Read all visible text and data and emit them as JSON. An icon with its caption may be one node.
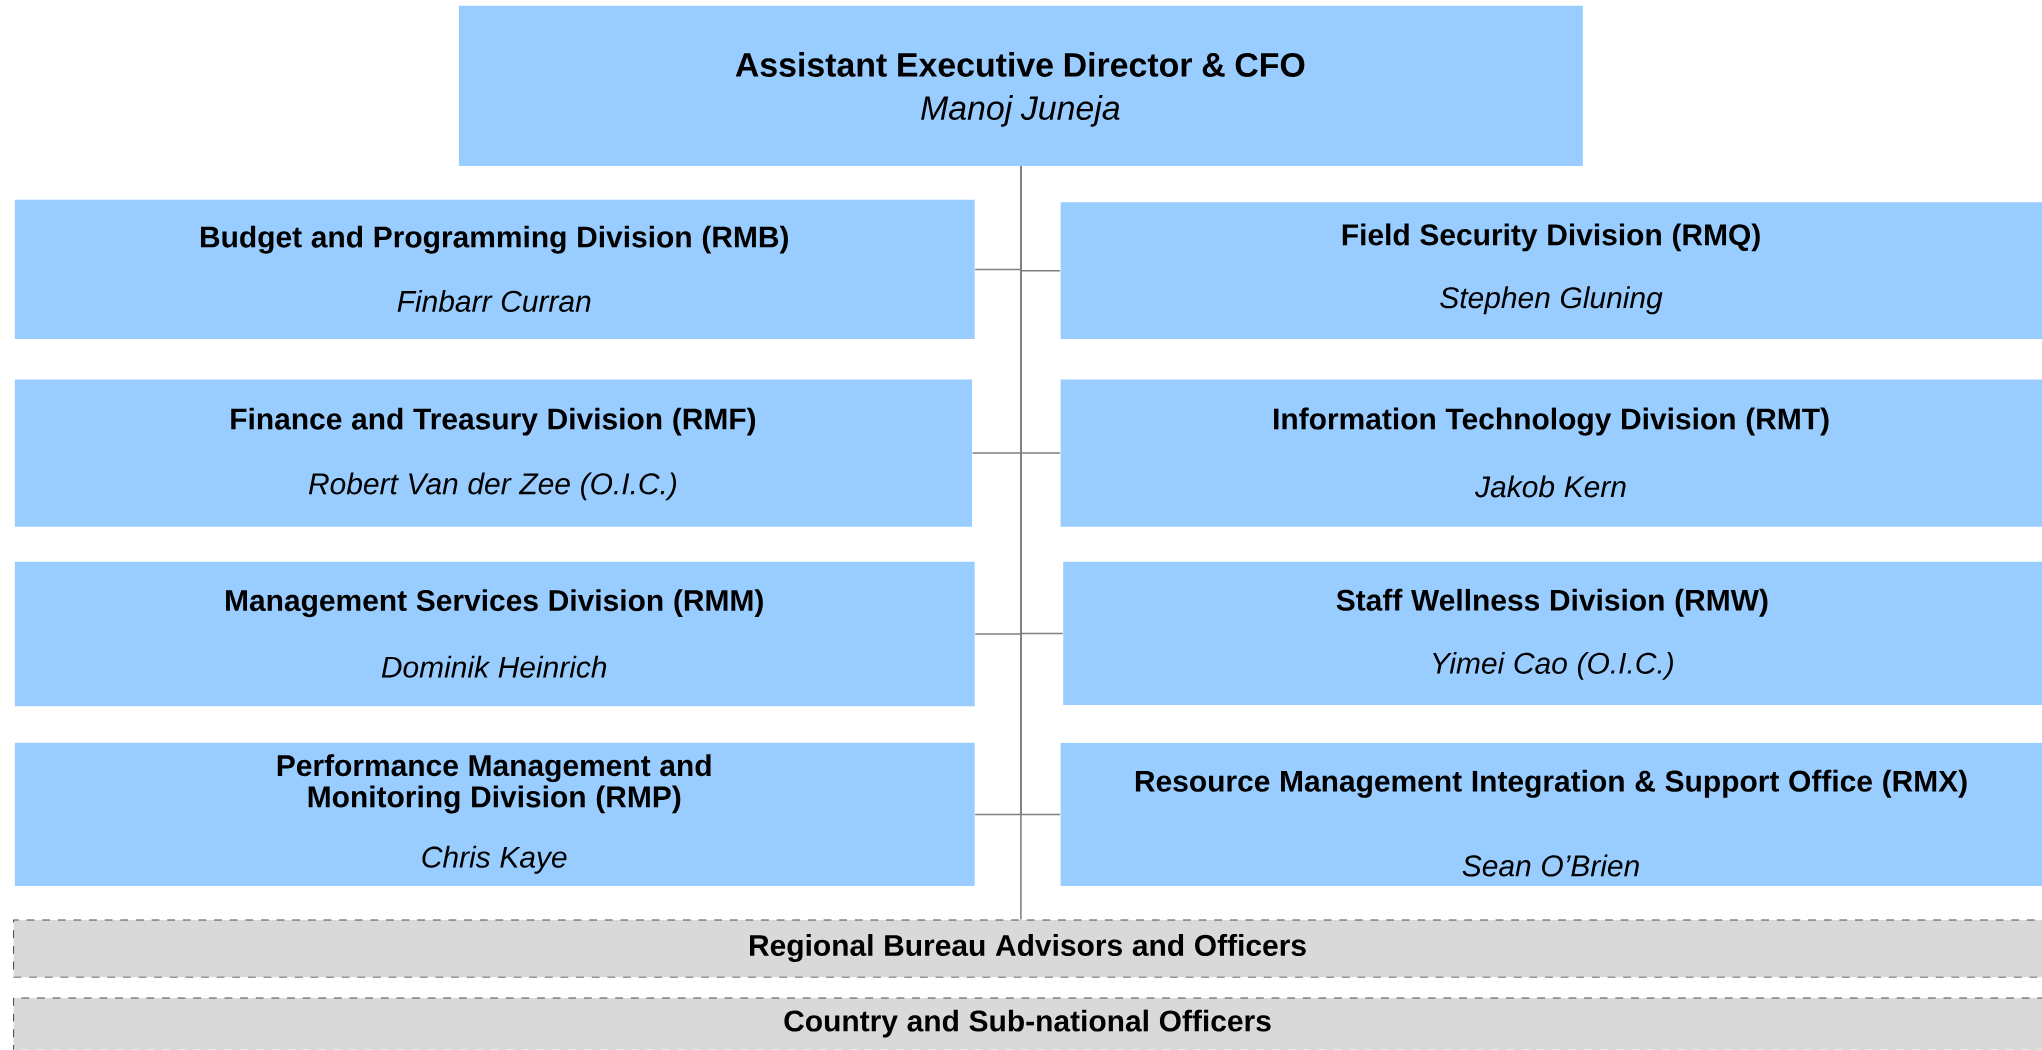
{
  "diagram": {
    "nodes": [
      {
        "text": [
          "Assistant Executive Director & CFO",
          "Manoj Juneja"
        ]
      },
      {
        "text": [
          "Budget and Programming Division (RMB)",
          "Finbarr Curran"
        ]
      },
      {
        "text": [
          "Field Security Division (RMQ)",
          "Stephen Gluning"
        ]
      },
      {
        "text": [
          "Finance and Treasury Division (RMF)",
          "Robert Van der Zee (O.I.C.)"
        ]
      },
      {
        "text": [
          "Information Technology Division (RMT)",
          "Jakob Kern"
        ]
      },
      {
        "text": [
          "Management Services Division (RMM)",
          "Dominik Heinrich"
        ]
      },
      {
        "text": [
          "Staff Wellness Division (RMW)",
          "Yimei Cao (O.I.C.)"
        ]
      },
      {
        "text": [
          "Performance Management and Monitoring Division (RMP)",
          "Chris Kaye"
        ]
      },
      {
        "text": [
          "Resource Management Integration & Support Office (RMX)",
          "Sean O’Brien"
        ]
      },
      {
        "text": [
          "Regional Bureau Advisors and Officers"
        ]
      },
      {
        "text": [
          "Country and Sub-national Officers"
        ]
      }
    ],
    "edges": [
      {
        "from": 0,
        "to": 1,
        "arrow": "none"
      },
      {
        "from": 0,
        "to": 2,
        "arrow": "none"
      },
      {
        "from": 0,
        "to": 3,
        "arrow": "none"
      },
      {
        "from": 0,
        "to": 4,
        "arrow": "none"
      },
      {
        "from": 0,
        "to": 5,
        "arrow": "none"
      },
      {
        "from": 0,
        "to": 6,
        "arrow": "none"
      },
      {
        "from": 0,
        "to": 7,
        "arrow": "none"
      },
      {
        "from": 0,
        "to": 8,
        "arrow": "none"
      },
      {
        "from": 0,
        "to": 9,
        "arrow": "none"
      }
    ]
  }
}
